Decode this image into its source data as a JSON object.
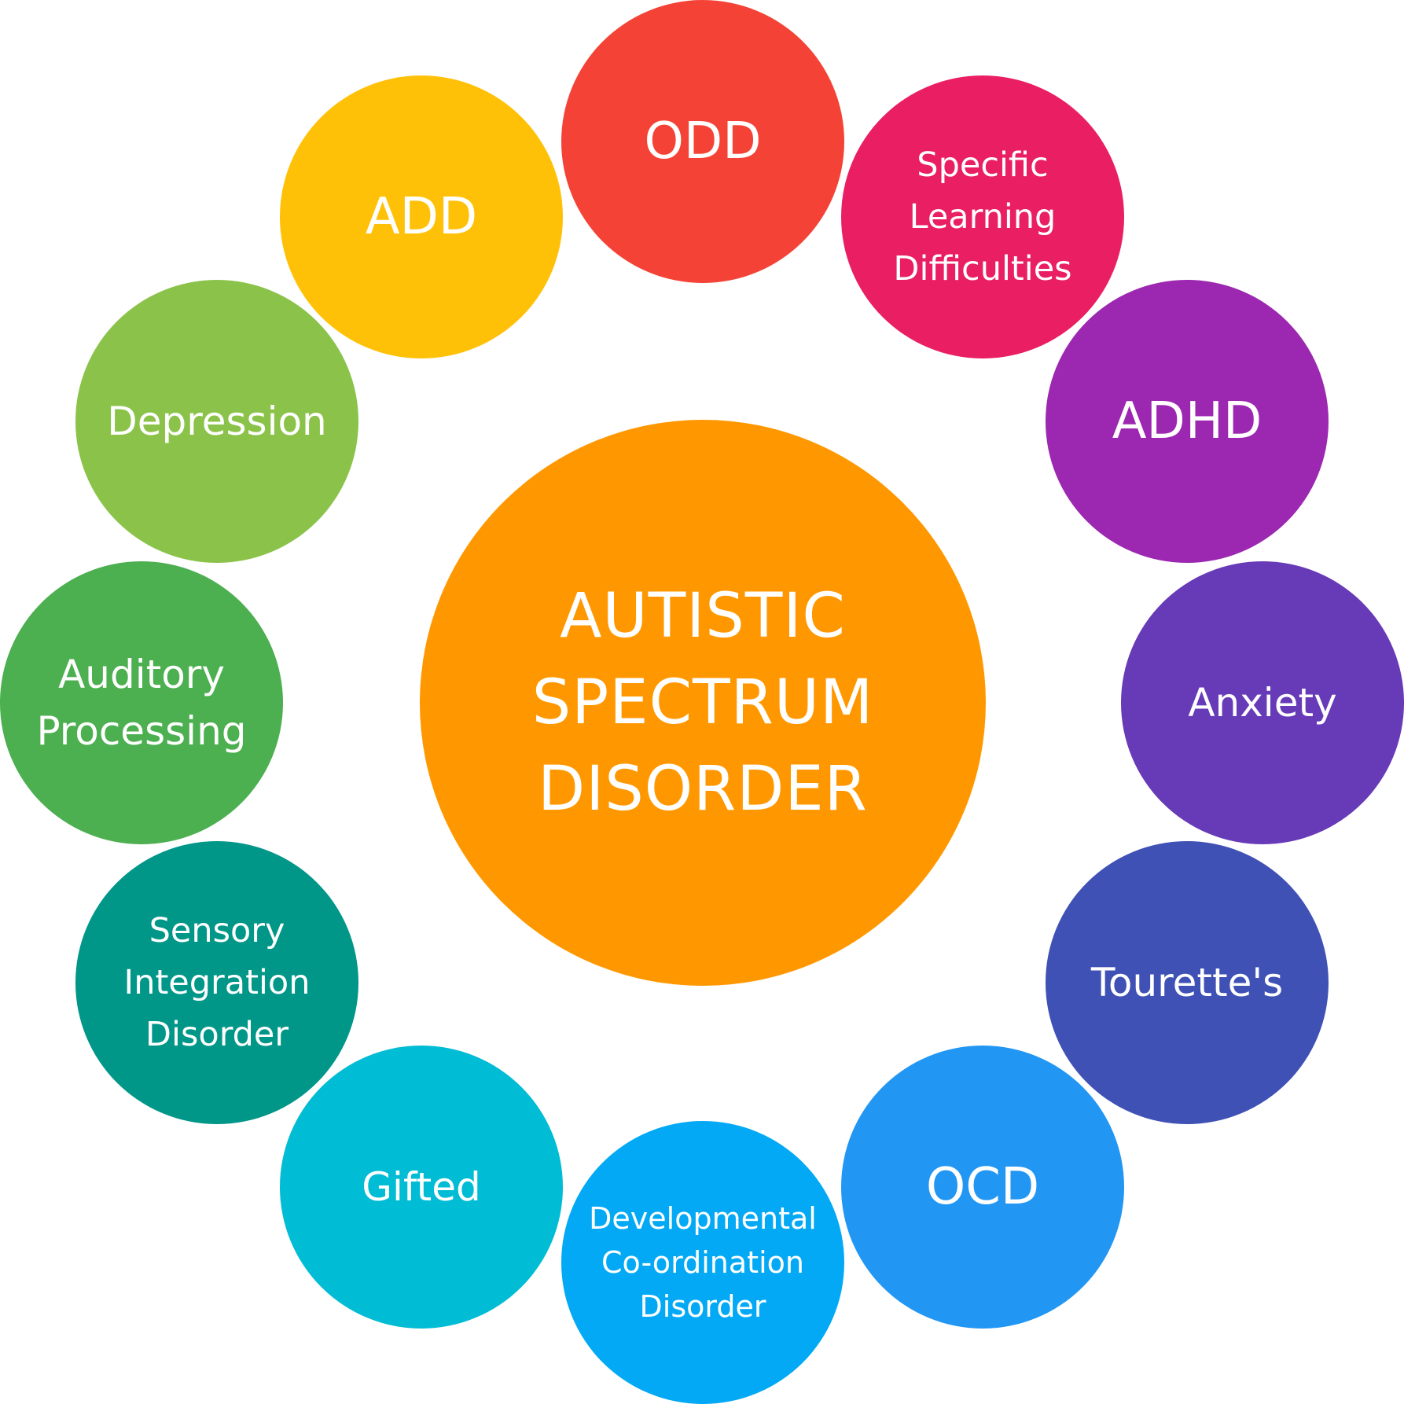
{
  "center": {
    "label": "AUTISTIC\nSPECTRUM\nDISORDER",
    "color": "#FF9800"
  },
  "satellites": [
    {
      "label": "ODD",
      "color": "#F44336"
    },
    {
      "label": "Specific\nLearning\nDifficulties",
      "color": "#E91E63"
    },
    {
      "label": "ADHD",
      "color": "#9C27B0"
    },
    {
      "label": "Anxiety",
      "color": "#673AB7"
    },
    {
      "label": "Tourette's",
      "color": "#3F51B5"
    },
    {
      "label": "OCD",
      "color": "#2196F3"
    },
    {
      "label": "Developmental\nCo-ordination\nDisorder",
      "color": "#03A9F4"
    },
    {
      "label": "Gifted",
      "color": "#00BCD4"
    },
    {
      "label": "Sensory\nIntegration\nDisorder",
      "color": "#009688"
    },
    {
      "label": "Auditory\nProcessing",
      "color": "#4CAF50"
    },
    {
      "label": "Depression",
      "color": "#8BC34A"
    },
    {
      "label": "ADD",
      "color": "#FFC107"
    }
  ]
}
